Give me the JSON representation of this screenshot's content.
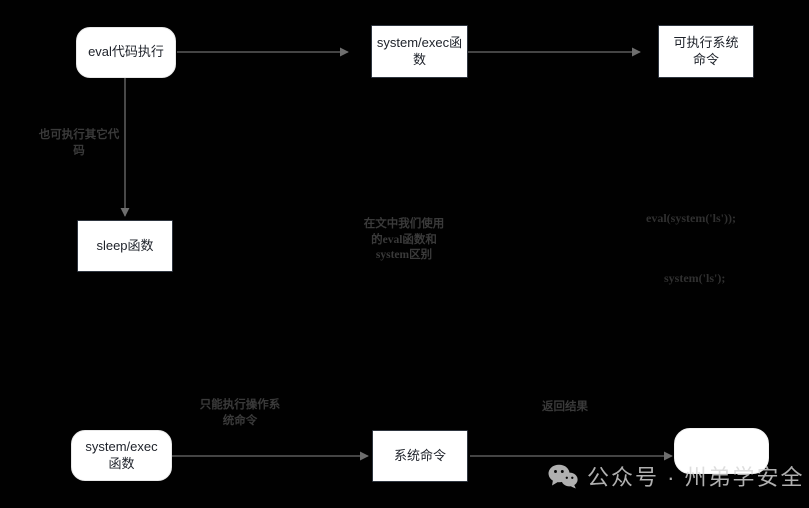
{
  "diagram": {
    "background_color": "#010101",
    "node_fill": "#ffffff",
    "node_text_color": "#1d2129",
    "edge_color": "#6e6e6e",
    "label_color": "#3a3a3a",
    "nodes": [
      {
        "id": "eval-code-exec",
        "label": "eval代码执行",
        "shape": "rounded"
      },
      {
        "id": "system-exec-func-top",
        "label": "system/exec函数",
        "shape": "rect"
      },
      {
        "id": "executable-system-command",
        "label": "可执行系统\n命令",
        "shape": "rect"
      },
      {
        "id": "sleep-func",
        "label": "sleep函数",
        "shape": "rect"
      },
      {
        "id": "system-exec-func-bottom",
        "label": "system/exec\n函数",
        "shape": "rounded"
      },
      {
        "id": "system-command",
        "label": "系统命令",
        "shape": "rect"
      },
      {
        "id": "result-blank",
        "label": "",
        "shape": "rounded-blank"
      }
    ],
    "edge_labels": [
      {
        "id": "also-other-code",
        "text": "也可执行其它代\n码"
      },
      {
        "id": "only-os-command",
        "text": "只能执行操作系\n统命令"
      },
      {
        "id": "return-result",
        "text": "返回结果"
      }
    ],
    "notes": [
      {
        "id": "article-note",
        "text": "在文中我们使用\n的eval函数和\nsystem区别"
      }
    ],
    "code_notes": [
      {
        "id": "code-eval-system-ls",
        "text": "eval(system('ls'));"
      },
      {
        "id": "code-system-ls",
        "text": "system('ls');"
      }
    ]
  },
  "watermark": {
    "icon": "wechat-icon",
    "text": "公众号 · 州弟学安全",
    "color": "#d7d7d7"
  }
}
